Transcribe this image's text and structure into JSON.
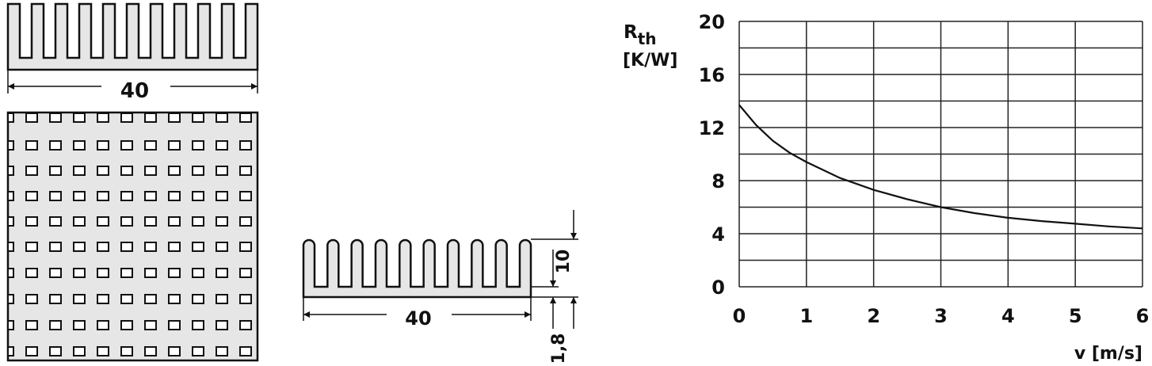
{
  "drawings": {
    "top_view_width": "40",
    "profile_width": "40",
    "profile_height": "10",
    "base_thickness": "1,8"
  },
  "chart_data": {
    "type": "line",
    "title": "",
    "ylabel_main": "R",
    "ylabel_sub": "th",
    "yunit": "[K/W]",
    "xlabel": "v [m/s]",
    "xlim": [
      0,
      6
    ],
    "ylim": [
      0,
      20
    ],
    "xticks": [
      "0",
      "1",
      "2",
      "3",
      "4",
      "5",
      "6"
    ],
    "yticks": [
      "0",
      "4",
      "8",
      "12",
      "16",
      "20"
    ],
    "grid": true,
    "series": [
      {
        "name": "Rth",
        "x": [
          0,
          0.25,
          0.5,
          0.75,
          1,
          1.5,
          2,
          2.5,
          3,
          3.5,
          4,
          4.5,
          5,
          5.5,
          6
        ],
        "y": [
          13.7,
          12.2,
          11.0,
          10.1,
          9.4,
          8.2,
          7.3,
          6.6,
          6.0,
          5.55,
          5.2,
          4.95,
          4.75,
          4.55,
          4.4
        ]
      }
    ],
    "colors": {
      "line": "#111111",
      "part_fill": "#e6e6e6"
    }
  }
}
